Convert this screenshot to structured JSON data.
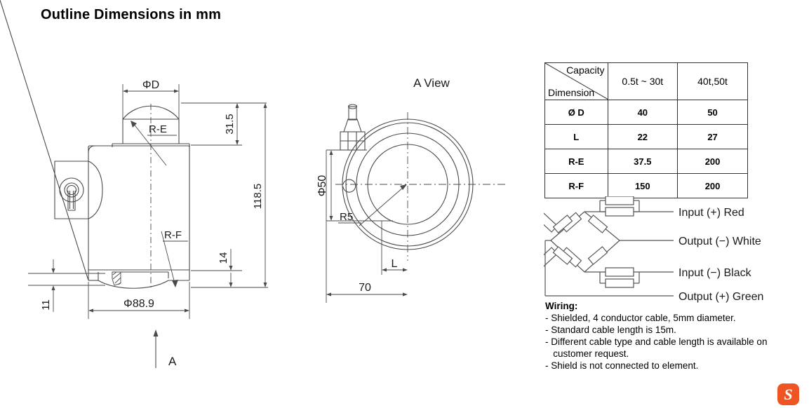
{
  "header": {
    "title": "Outline Dimensions in mm"
  },
  "views": {
    "front": {
      "dimensions": {
        "phi_d": "ΦD",
        "r_e": "R-E",
        "r_f": "R-F",
        "h_top": "31.5",
        "h_total": "118.5",
        "h_base": "14",
        "h_foot": "11",
        "phi_88_9": "Φ88.9"
      },
      "section_arrow_label": "A"
    },
    "a_view": {
      "title": "A View",
      "dimensions": {
        "phi_50": "Φ50",
        "r5": "R5",
        "l": "L",
        "w_70": "70"
      }
    }
  },
  "spec_table": {
    "corner": {
      "capacity_label": "Capacity",
      "dimension_label": "Dimension"
    },
    "columns": [
      "0.5t ~ 30t",
      "40t,50t"
    ],
    "rows": [
      {
        "name": "Ø D",
        "values": [
          "40",
          "50"
        ]
      },
      {
        "name": "L",
        "values": [
          "22",
          "27"
        ]
      },
      {
        "name": "R-E",
        "values": [
          "37.5",
          "200"
        ]
      },
      {
        "name": "R-F",
        "values": [
          "150",
          "200"
        ]
      }
    ]
  },
  "wiring_diagram": {
    "labels": [
      "Input (+) Red",
      "Output (−) White",
      "Input (−) Black",
      "Output (+) Green"
    ]
  },
  "wiring_notes": {
    "title": "Wiring:",
    "lines": [
      "- Shielded, 4 conductor cable, 5mm diameter.",
      "- Standard cable length is 15m.",
      "- Different cable type and cable length is available on\n   customer request.",
      "- Shield is not connected to element."
    ]
  },
  "logo": {
    "letter": "S",
    "color": "#ef5423"
  }
}
